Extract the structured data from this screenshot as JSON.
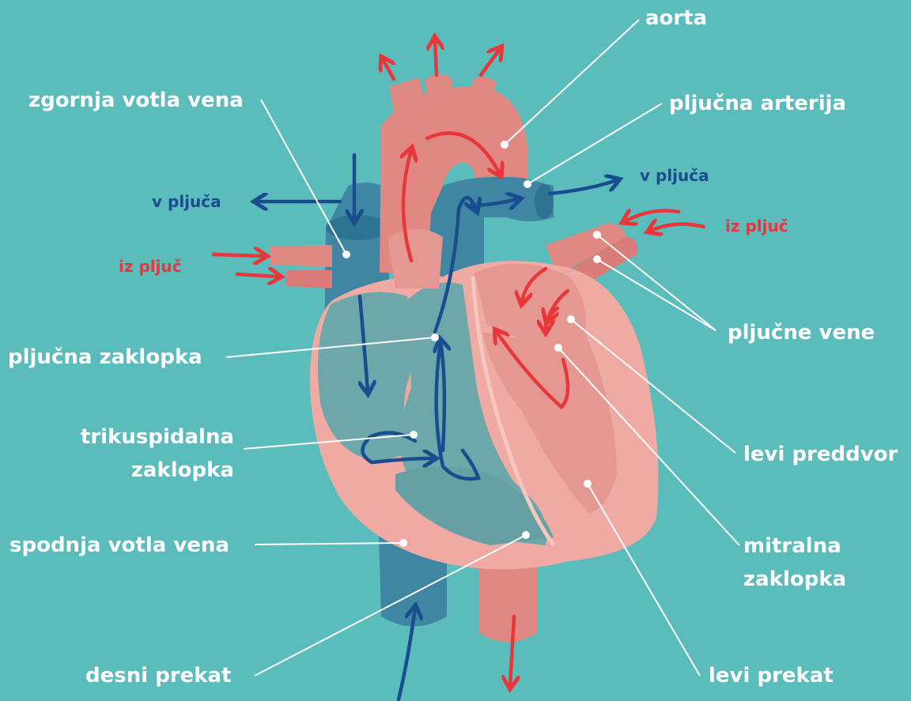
{
  "diagram": {
    "colors": {
      "background": "#5bbcbc",
      "oxygenated": "#e8363a",
      "deoxygenated": "#1a4d8f",
      "heart_body": "#efaaa3",
      "vessel_pink": "#e08882",
      "vessel_blue": "#3e86a1"
    },
    "labels": {
      "aorta": "aorta",
      "pulmonary_artery": "pljučna arterija",
      "superior_vena_cava": "zgornja votla vena",
      "to_lungs_left": "v pljuča",
      "to_lungs_right": "v pljuča",
      "from_lungs_left": "iz pljuč",
      "from_lungs_right": "iz pljuč",
      "pulmonary_valve": "pljučna zaklopka",
      "pulmonary_veins": "pljučne vene",
      "tricuspid_line1": "trikuspidalna",
      "tricuspid_line2": "zaklopka",
      "left_atrium": "levi preddvor",
      "inferior_vena_cava": "spodnja votla vena",
      "mitral_line1": "mitralna",
      "mitral_line2": "zaklopka",
      "right_ventricle": "desni prekat",
      "left_ventricle": "levi prekat"
    }
  }
}
